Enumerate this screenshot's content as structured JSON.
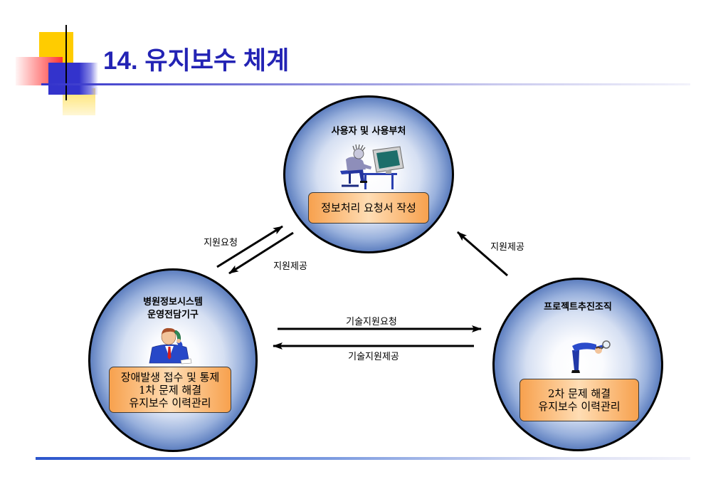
{
  "slide": {
    "title": "14. 유지보수 체계"
  },
  "diagram": {
    "nodes": {
      "users": {
        "title_lines": [
          "사용자 및 사용부처"
        ],
        "box_lines": [
          "정보처리 요청서 작성"
        ],
        "icon": "person-at-computer-icon"
      },
      "hospital": {
        "title_lines": [
          "병원정보시스템",
          "운영전담기구"
        ],
        "box_lines": [
          "장애발생 접수 및 통제",
          "1차 문제 해결",
          "유지보수 이력관리"
        ],
        "icon": "person-on-phone-icon"
      },
      "project": {
        "title_lines": [
          "프로젝트추진조직"
        ],
        "box_lines": [
          "2차 문제 해결",
          "유지보수 이력관리"
        ],
        "icon": "person-bending-with-magnifier-icon"
      }
    },
    "edges": {
      "hospital_to_users": {
        "label": "지원요청"
      },
      "users_to_hospital": {
        "label": "지원제공"
      },
      "project_to_users": {
        "label": "지원제공"
      },
      "hospital_to_project": {
        "label": "기술지원요청"
      },
      "project_to_hospital": {
        "label": "기술지원제공"
      }
    }
  },
  "colors": {
    "title": "#2323B4",
    "circle_edge": "#5F80C0",
    "circle_border": "#000000",
    "box_light": "#FFDDB4",
    "box_dark": "#F7A14E",
    "accent_yellow": "#FFCC00",
    "accent_red": "#FF3333",
    "accent_blue": "#3333CC",
    "rule_blue": "#2B55CC"
  }
}
